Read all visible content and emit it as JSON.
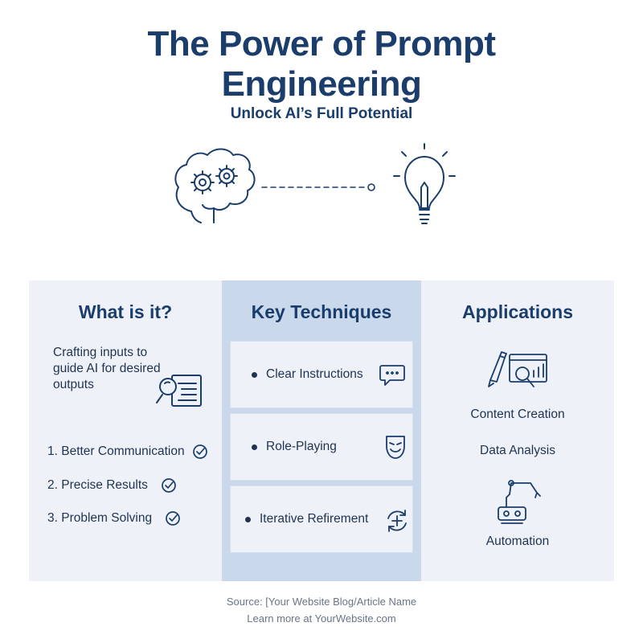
{
  "header": {
    "title_line1": "The Power of Prompt",
    "title_line2": "Engineering",
    "subtitle": "Unlock AI’s Full Potential"
  },
  "what": {
    "title": "What is it?",
    "description": "Crafting inputs to guide AI for desired outputs",
    "benefits": [
      "1. Better Communication",
      "2. Precise Results",
      "3. Problem Solving"
    ]
  },
  "techniques": {
    "title": "Key Techniques",
    "items": [
      "Clear Instructions",
      "Role-Playing",
      "Iterative Refirement"
    ]
  },
  "applications": {
    "title": "Applications",
    "items": [
      "Content Creation",
      "Data Analysis",
      "Automation"
    ]
  },
  "footer": {
    "source": "Source: [Your Website Blog/Article Name",
    "learn_more": "Learn more at YourWebsite.com"
  },
  "colors": {
    "navy": "#1a3d6b",
    "panel_light": "#eef2f8",
    "panel_mid": "#c9d8ea"
  }
}
